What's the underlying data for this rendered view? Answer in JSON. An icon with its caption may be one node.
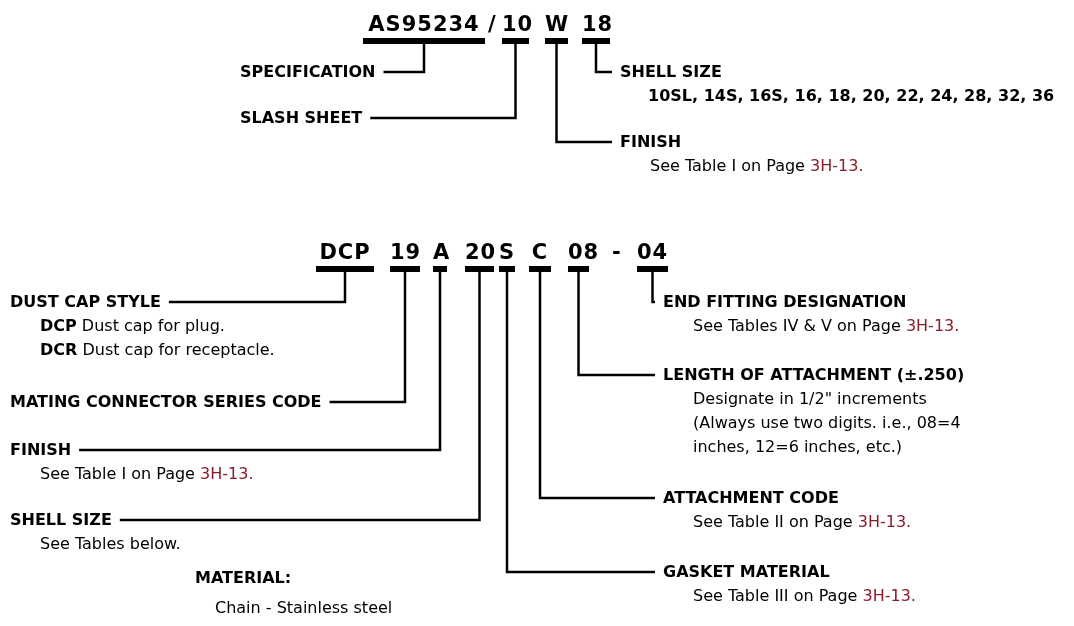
{
  "diagram": {
    "nodes": [
      {
        "text": [
          "AS95234"
        ]
      },
      {
        "text": [
          "10"
        ]
      },
      {
        "text": [
          "W"
        ]
      },
      {
        "text": [
          "18"
        ]
      },
      {
        "text": [
          "SPECIFICATION"
        ]
      },
      {
        "text": [
          "SLASH SHEET"
        ]
      },
      {
        "text": [
          "SHELL SIZE",
          "10SL, 14S, 16S, 16, 18, 20, 22, 24, 28, 32, 36"
        ]
      },
      {
        "text": [
          "FINISH",
          "See Table I on Page 3H-13."
        ]
      },
      {
        "text": [
          "DCP"
        ]
      },
      {
        "text": [
          "19"
        ]
      },
      {
        "text": [
          "A"
        ]
      },
      {
        "text": [
          "20"
        ]
      },
      {
        "text": [
          "S"
        ]
      },
      {
        "text": [
          "C"
        ]
      },
      {
        "text": [
          "08"
        ]
      },
      {
        "text": [
          "04"
        ]
      },
      {
        "text": [
          "DUST CAP STYLE",
          "**DCP** Dust cap for plug.",
          "**DCR** Dust cap for receptacle."
        ]
      },
      {
        "text": [
          "MATING CONNECTOR SERIES CODE"
        ]
      },
      {
        "text": [
          "FINISH",
          "See Table I on Page 3H-13."
        ]
      },
      {
        "text": [
          "SHELL SIZE",
          "See Tables below."
        ]
      },
      {
        "text": [
          "END FITTING DESIGNATION",
          "See Tables IV & V on Page 3H-13."
        ]
      },
      {
        "text": [
          "LENGTH OF ATTACHMENT (±.250)",
          "Designate in 1/2\" increments (Always use two digits. i.e., 08=4 inches, 12=6 inches, etc.)"
        ]
      },
      {
        "text": [
          "ATTACHMENT CODE",
          "See Table II on Page 3H-13."
        ]
      },
      {
        "text": [
          "GASKET MATERIAL",
          "See Table III on Page 3H-13."
        ]
      }
    ],
    "edges": [
      {
        "from": 4,
        "to": 0,
        "arrow": "none"
      },
      {
        "from": 5,
        "to": 1,
        "arrow": "none"
      },
      {
        "from": 6,
        "to": 3,
        "arrow": "none"
      },
      {
        "from": 7,
        "to": 2,
        "arrow": "none"
      },
      {
        "from": 16,
        "to": 8,
        "arrow": "none"
      },
      {
        "from": 17,
        "to": 9,
        "arrow": "none"
      },
      {
        "from": 18,
        "to": 10,
        "arrow": "none"
      },
      {
        "from": 19,
        "to": 11,
        "arrow": "none"
      },
      {
        "from": 20,
        "to": 15,
        "arrow": "none"
      },
      {
        "from": 21,
        "to": 14,
        "arrow": "none"
      },
      {
        "from": 22,
        "to": 13,
        "arrow": "none"
      },
      {
        "from": 23,
        "to": 12,
        "arrow": "none"
      }
    ],
    "labels": [
      "/",
      "-",
      "MATERIAL:",
      "Chain - Stainless steel"
    ]
  }
}
